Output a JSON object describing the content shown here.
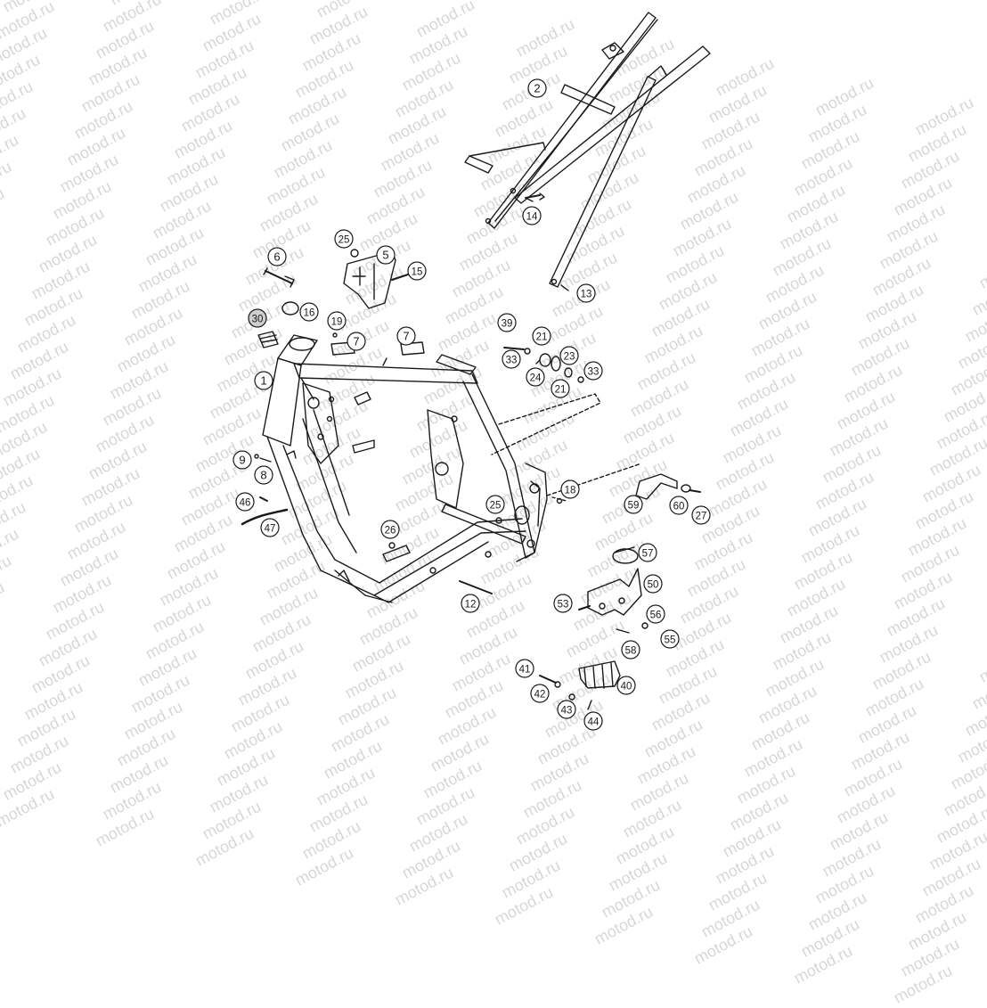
{
  "watermark": "motod.ru",
  "callouts": [
    {
      "id": "c1",
      "label": "1",
      "filled": false
    },
    {
      "id": "c2",
      "label": "2",
      "filled": false
    },
    {
      "id": "c5",
      "label": "5",
      "filled": false
    },
    {
      "id": "c6",
      "label": "6",
      "filled": false
    },
    {
      "id": "c7a",
      "label": "7",
      "filled": false
    },
    {
      "id": "c7b",
      "label": "7",
      "filled": false
    },
    {
      "id": "c8",
      "label": "8",
      "filled": false
    },
    {
      "id": "c9",
      "label": "9",
      "filled": false
    },
    {
      "id": "c12",
      "label": "12",
      "filled": false
    },
    {
      "id": "c13",
      "label": "13",
      "filled": false
    },
    {
      "id": "c14",
      "label": "14",
      "filled": false
    },
    {
      "id": "c15",
      "label": "15",
      "filled": false
    },
    {
      "id": "c16",
      "label": "16",
      "filled": false
    },
    {
      "id": "c18",
      "label": "18",
      "filled": false
    },
    {
      "id": "c19",
      "label": "19",
      "filled": false
    },
    {
      "id": "c21a",
      "label": "21",
      "filled": false
    },
    {
      "id": "c21b",
      "label": "21",
      "filled": false
    },
    {
      "id": "c23",
      "label": "23",
      "filled": false
    },
    {
      "id": "c24",
      "label": "24",
      "filled": false
    },
    {
      "id": "c25a",
      "label": "25",
      "filled": false
    },
    {
      "id": "c25b",
      "label": "25",
      "filled": false
    },
    {
      "id": "c26",
      "label": "26",
      "filled": false
    },
    {
      "id": "c27",
      "label": "27",
      "filled": false
    },
    {
      "id": "c30",
      "label": "30",
      "filled": true
    },
    {
      "id": "c33a",
      "label": "33",
      "filled": false
    },
    {
      "id": "c33b",
      "label": "33",
      "filled": false
    },
    {
      "id": "c39",
      "label": "39",
      "filled": false
    },
    {
      "id": "c40",
      "label": "40",
      "filled": false
    },
    {
      "id": "c41",
      "label": "41",
      "filled": false
    },
    {
      "id": "c42",
      "label": "42",
      "filled": false
    },
    {
      "id": "c43",
      "label": "43",
      "filled": false
    },
    {
      "id": "c44",
      "label": "44",
      "filled": false
    },
    {
      "id": "c46",
      "label": "46",
      "filled": false
    },
    {
      "id": "c47",
      "label": "47",
      "filled": false
    },
    {
      "id": "c50",
      "label": "50",
      "filled": false
    },
    {
      "id": "c53",
      "label": "53",
      "filled": false
    },
    {
      "id": "c55",
      "label": "55",
      "filled": false
    },
    {
      "id": "c56",
      "label": "56",
      "filled": false
    },
    {
      "id": "c57",
      "label": "57",
      "filled": false
    },
    {
      "id": "c58",
      "label": "58",
      "filled": false
    },
    {
      "id": "c59",
      "label": "59",
      "filled": false
    },
    {
      "id": "c60",
      "label": "60",
      "filled": false
    }
  ],
  "colors": {
    "line": "#1a1a1a",
    "callout_fill": "#ffffff",
    "callout_filled": "#cfcfcf",
    "watermark": "#d7d7d7",
    "background": "#ffffff"
  }
}
